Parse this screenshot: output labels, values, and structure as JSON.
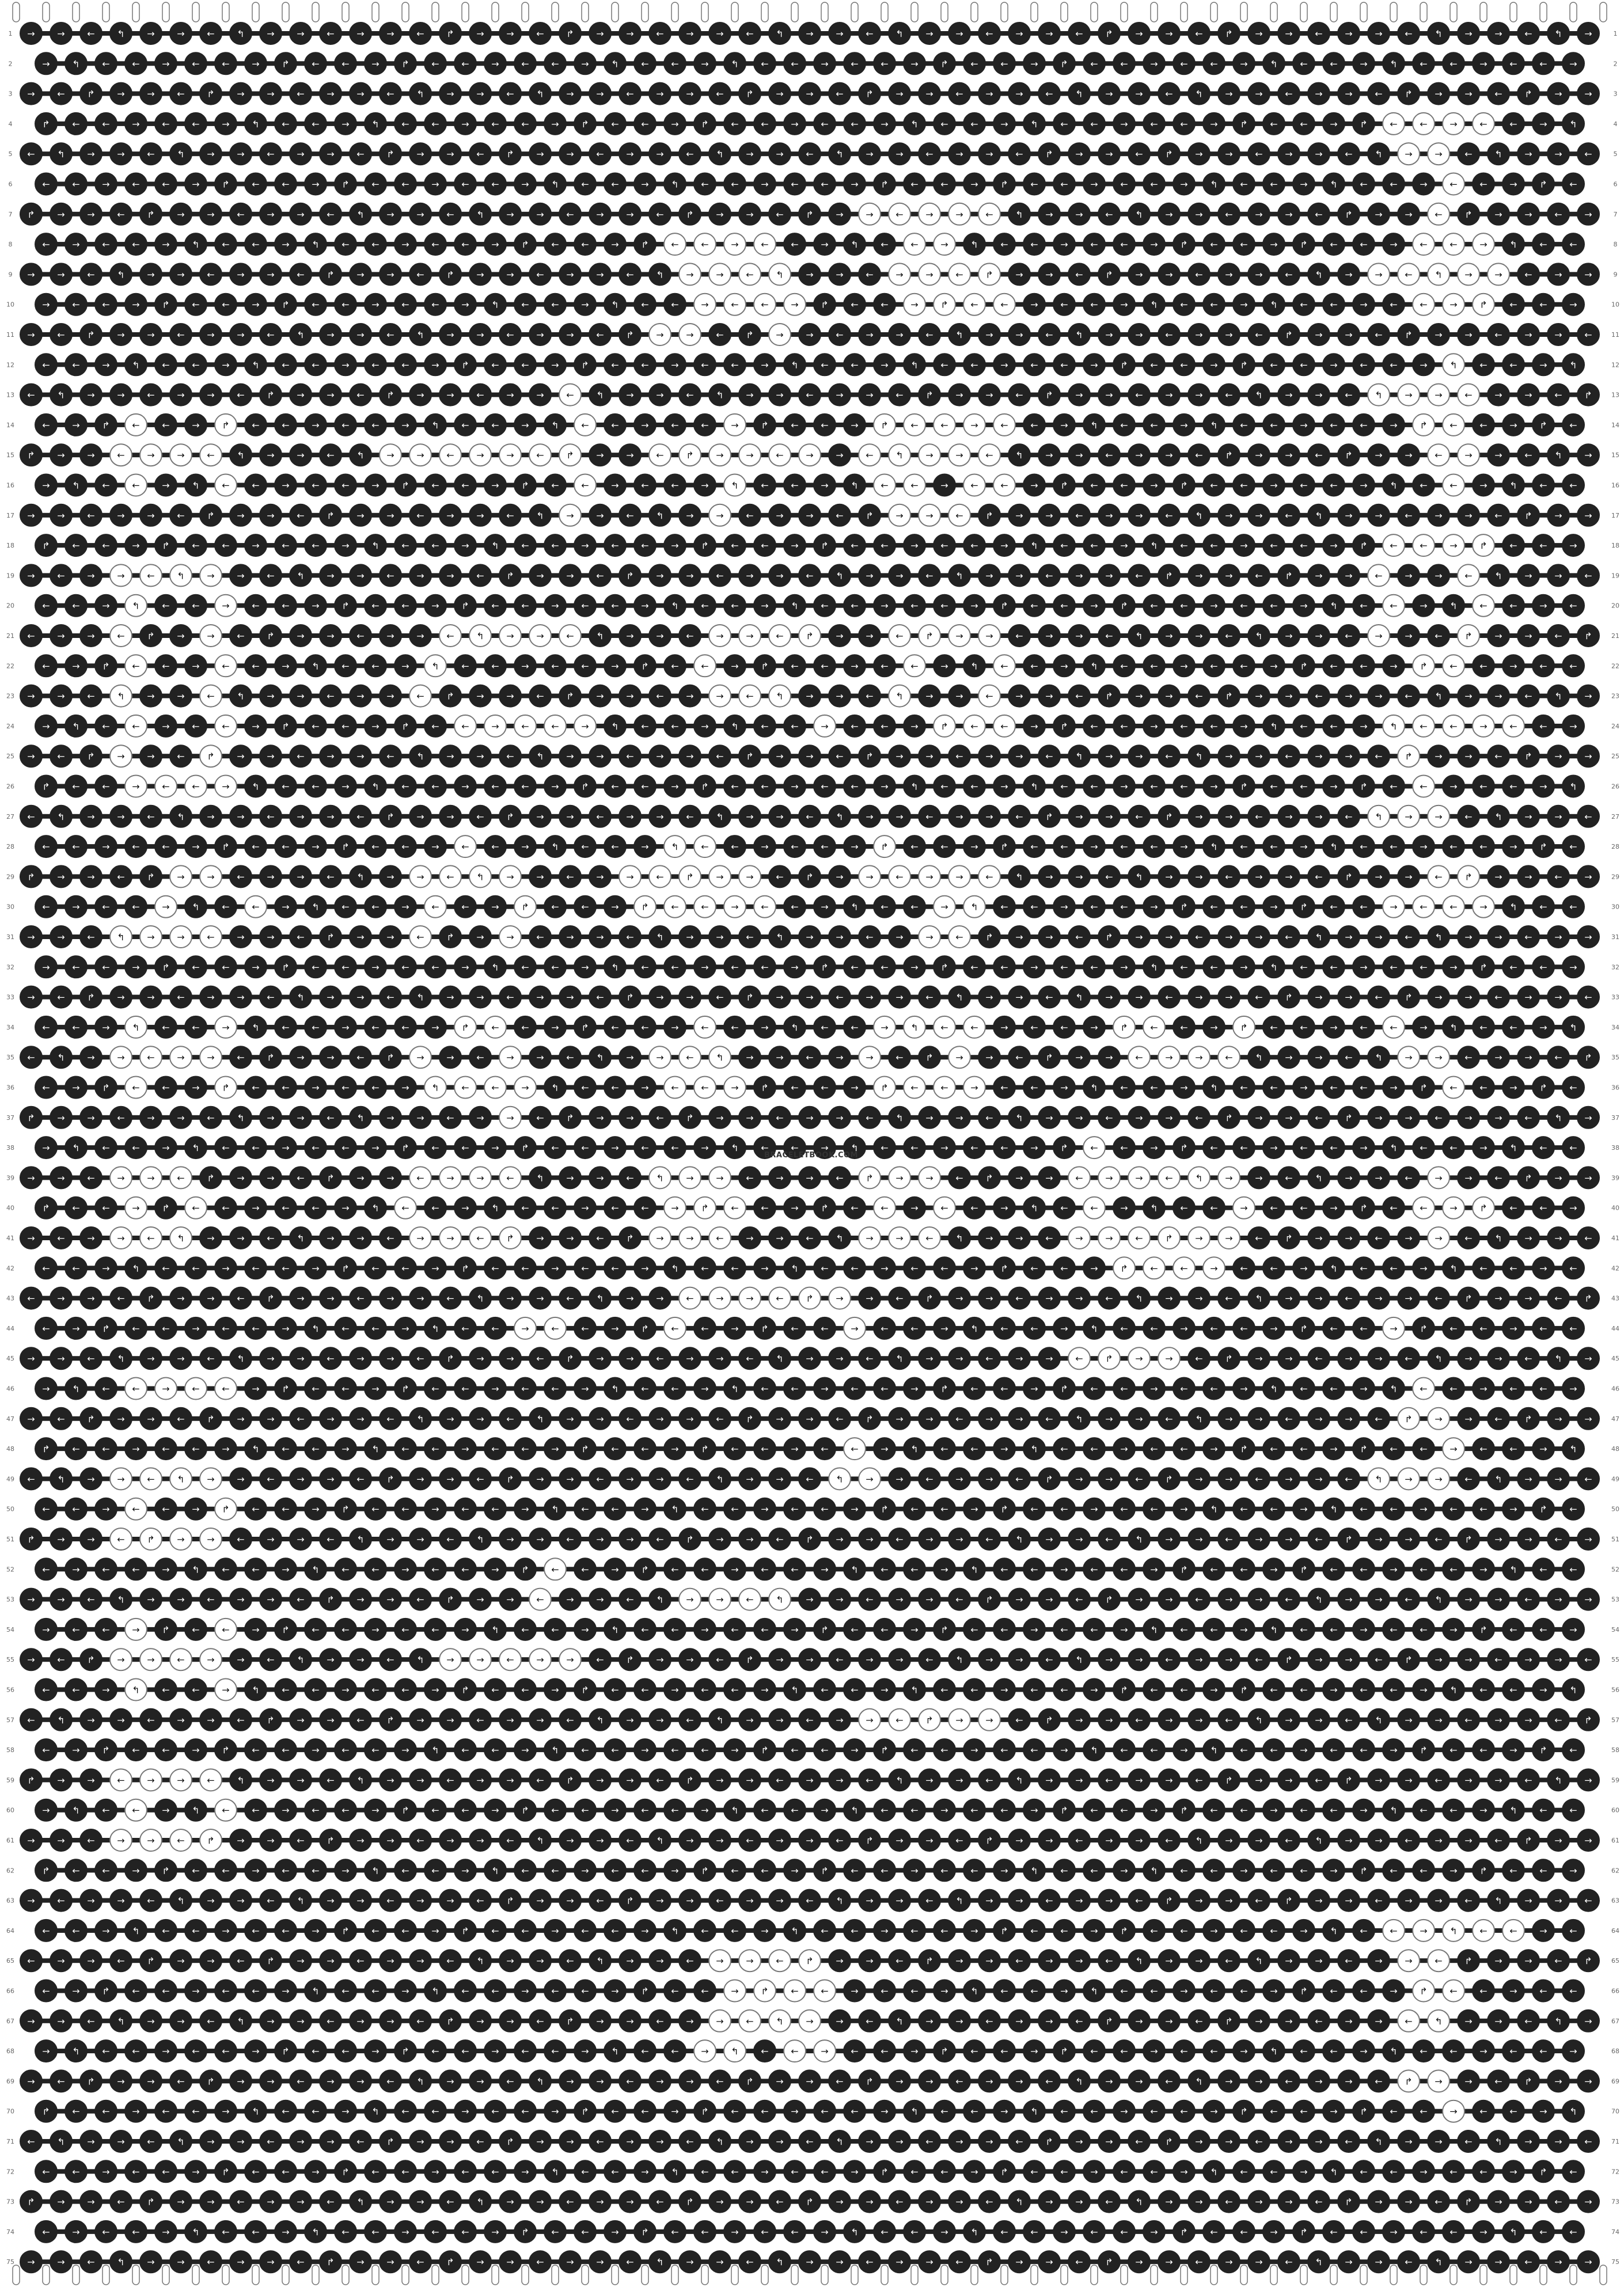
{
  "watermark": "BRACELETBOOK.COM",
  "rows": 75,
  "cols": 53,
  "colors": {
    "background": "#ffffff",
    "knot_dark": "#222222",
    "knot_light": "#ffffff",
    "strand_dark": "#222222",
    "strand_light": "#f2f2f2",
    "outline": "#777777"
  },
  "row_labels": [
    "1",
    "2",
    "3",
    "4",
    "5",
    "6",
    "7",
    "8",
    "9",
    "10",
    "11",
    "12",
    "13",
    "14",
    "15",
    "16",
    "17",
    "18",
    "19",
    "20",
    "21",
    "22",
    "23",
    "24",
    "25",
    "26",
    "27",
    "28",
    "29",
    "30",
    "31",
    "32",
    "33",
    "34",
    "35",
    "36",
    "37",
    "38",
    "39",
    "40",
    "41",
    "42",
    "43",
    "44",
    "45",
    "46",
    "47",
    "48",
    "49",
    "50",
    "51",
    "52",
    "53",
    "54",
    "55",
    "56",
    "57",
    "58",
    "59",
    "60",
    "61",
    "62",
    "63",
    "64",
    "65",
    "66",
    "67",
    "68",
    "69",
    "70",
    "71",
    "72",
    "73",
    "74",
    "75"
  ],
  "pattern": [
    "DDDDDDDDDDDDDDDDDDDDDDDDDDDDDDDDDDDDDDDDDDDDDDDDDDDDD",
    "DDDDDDDDDDDDDDDDDDDDDDDDDDDDDDDDDDDDDDDDDDDDDDDDDDDDD",
    "DDDDDDDDDDDDDDDDDDDDDDDDDDDDDDDDDDDDDDDDDDDDDDDDDDDDD",
    "DDDDDDDDDDDDDDDDDDDDDDDDDDDDDDDDDDDDDDDDDDDDDLLLLDDDD",
    "DDDDDDDDDDDDDDDDDDDDDDDDDDDDDDDDDDDDDDDDDDDDDDLLDDDDD",
    "DDDDDDDDDDDDDDDDDDDDDDDDDDDDDDDDDDDDDDDDDDDDDDDLDDDDD",
    "DDDDDDDDDDDDDDDDDDDDDDDDDDDDLLLLLDDDDDDDDDDDDDDLDDDDD",
    "DDDDDDDDDDDDDDDDDDDDDLLLLDDDDLLDDDDDDDDDDDDDDDLLLDDDD",
    "DDDDDDDDDDDDDDDDDDDDDDLLLLDDDLLLLDDDDDDDDDDDDLLLLLDDD",
    "DDDDDDDDDDDDDDDDDDDDDDLLLLDDDLLLLDDDDDDDDDDDDDLLLDDDD",
    "DDDDDDDDDDDDDDDDDDDDDLLDDLDDDDDDDDDDDDDDDDDDDDDDDDDDD",
    "DDDDDDDDDDDDDDDDDDDDDDDDDDDDDDDDDDDDDDDDDDDDDDDLDDDDD",
    "DDDDDDDDDDDDDDDDDDLDDDDDDDDDDDDDDDDDDDDDDDDDDLLLLDDDD",
    "DDDLDDLDDDDDDDDDDDLDDDDLDDDDLLLLLDDDDDDDDDDDDDLLDDDDD",
    "DDDLLLLDDDDDLLLLLLLDDLLLLLLDLLLLLDDDDDDDDDDDDDDLLDDDD",
    "DDDLDDLDDDDDDDDDDDLDDDDLDDDDLLDLLDDDDDDDDDDDDDDLDDDDD",
    "DDDDDDDDDDDDDDDDDDLDDDDLDDDDDLLLDDDDDDDDDDDDDDDDDDDDD",
    "DDDDDDDDDDDDDDDDDDDDDDDDDDDDDDDDDDDDDDDDDDDDDLLLLDDDD",
    "DDDLLLLDDDDDDDDDDDDDDDDDDDDDDDDDDDDDDDDDDDDDDLDDLDDDD",
    "DDDLDDLDDDDDDDDDDDDDDDDDDDDDDDDDDDDDDDDDDDDDDLDDLDDDD",
    "DDDLDDLDDDDDDDLLLLLDDDDLLLLDDLLLLDDDDDDDDDDDDLDDLDDDD",
    "DDDLDDLDDDDDDLDDDDDDDDLDDDDDDLDDLDDDDDDDDDDDDDLLDDDDD",
    "DDDLDDLDDDDDDLDDDDDDDDDLLLDDDLDDLDDDDDDDDDDDDDDDDDDDD",
    "DDDLDDLDDDDDDDLLLLLDDDDDDDLDDDLLLDDDDDDDDDDDDLLLLLDDD",
    "DDDLDDLDDDDDDDDDDDDDDDDDDDDDDDDDDDDDDDDDDDDDDDLDDDDDD",
    "DDDLLLLDDDDDDDDDDDDDDDDDDDDDDDDDDDDDDDDDDDDDDDLDDDDDD",
    "DDDDDDDDDDDDDDDDDDDDDDDDDDDDDDDDDDDDDDDDDDDDDLLLDDDDD",
    "DDDDDDDDDDDDDDLDDDDDDLLDDDDDLDDDDDDDDDDDDDDDDDDDDDDDD",
    "DDDDDLLDDDDDDLLLLDDDLLLLLDDDLLLLLDDDDDDDDDDDDDDLLDDDD",
    "DDDDLDDLDDDDDLDDLDDDLLLLLDDDDDLLDDDDDDDDDDDDDLLLLDDDD",
    "DDDLLLLDDDDDDLDDLDDDDDDDDDDDDDLLDDDDDDDDDDDDDDDDDDDDD",
    "DDDDDDDDDDDDDDDDDDDDDDDDDDDDDDDDDDDDDDDDDDDDDDDDDDDDD",
    "DDDDDDDDDDDDDDDDDDDDDDDDDDDDDDDDDDDDDDDDDDDDDDDDDDDDD",
    "DDDLDDLDDDDDDDLLDDDDDDLDDDDDLLLLDDDDLLDDLDDDDLDDDDDDD",
    "DDDLLLLDDDDDDLDDLDDDDLLLDDDDLDDLDDDDDLLLLDDDDDLLDDDDD",
    "DDDLDDLDDDDDDLLLLDDDDLLLDDDDLLLLDDDDDDDDDDDDDDDLDDDDD",
    "DDDDDDDDDDDDDDDDLDDDDDDDDDDDDDDDDDDDDDDDDDDDDDDDDDDDD",
    "DDDDDDDDDDDDDDDDDDDDDDDDDDDDDDDDDDDLDDDDDDDDDDDDDDDDD",
    "DDDLLLDDDDDDDLLLLDDDDLLLDDDDLLLDDDDLLLLLLDDDDDDLDDDDD",
    "DDDLDLDDDDDDLDDDDDDDDLLLDDDDLDLDDDDLDDDDLDDDDDLLLDDDD",
    "DDDLLLDDDDDDDLLLLDDDDLLLDDDDLLLDDDDLLLLLLDDDDDDLDDDDD",
    "DDDDDDDDDDDDDDDDDDDDDDDDDDDDDDDDDDDDLLLLDDDDDDDDDDDDD",
    "DDDDDDDDDDDDDDDDDDDDDDLLLLLLDDDDDDDDDDDDDDDDDDDDDDDDD",
    "DDDDDDDDDDDDDDDDLLDDDLDDDDDLDDDDDDDDDDDDDDDDDLDDDDDDD",
    "DDDDDDDDDDDDDDDDDDDDDDDDDDDDDDDDDDDLLLLDDDDDDDDDDDDDD",
    "DDDLLLLDDDDDDDDDDDDDDDDDDDDDDDDDDDDDDDDDDDDDDDLDDDDDD",
    "DDDDDDDDDDDDDDDDDDDDDDDDDDDDDDDDDDDDDDDDDDDDDDLLDDDDD",
    "DDDDDDDDDDDDDDDDDDDDDDDDDDDLDDDDDDDDDDDDDDDDDDDLDDDDD",
    "DDDLLLLDDDDDDDDDDDDDDDDDDDDLLDDDDDDDDDDDDDDDDLLLDDDDD",
    "DDDLDDLDDDDDDDDDDDDDDDDDDDDDDDDDDDDDDDDDDDDDDDDDDDDDD",
    "DDDLLLLDDDDDDDDDDDDDDDDDDDDDDDDDDDDDDDDDDDDDDDDDDDDDD",
    "DDDDDDDDDDDDDDDDDLDDDDDDDDDDDDDDDDDDDDDDDDDDDDDDDDDDD",
    "DDDDDDDDDDDDDDDDDLDDDDLLLLDDDDDDDDDDDDDDDDDDDDDDDDDDD",
    "DDDLDDLDDDDDDDDDDDDDDDDDDDDDDDDDDDDDDDDDDDDDDDDDDDDDD",
    "DDDLLLLDDDDDDDLLLLLDDDDDDDDDDDDDDDDDDDDDDDDDDDDDDDDDD",
    "DDDLDDLDDDDDDDDDDDDDDDDDDDDDDDDDDDDDDDDDDDDDDDDDDDDDD",
    "DDDDDDDDDDDDDDDDDDDDDDDDDDDDLLLLLDDDDDDDDDDDDDDDDDDDD",
    "DDDDDDDDDDDDDDDDDDDDDDDDDDDDDDDDDDDDDDDDDDDDDDDDDDDDD",
    "DDDLLLLDDDDDDDDDDDDDDDDDDDDDDDDDDDDDDDDDDDDDDDDDDDDDD",
    "DDDLDDLDDDDDDDDDDDDDDDDDDDDDDDDDDDDDDDDDDDDDDDDDDDDDD",
    "DDDLLLLDDDDDDDDDDDDDDDDDDDDDDDDDDDDDDDDDDDDDDDDDDDDDD",
    "DDDDDDDDDDDDDDDDDDDDDDDDDDDDDDDDDDDDDDDDDDDDDDDDDDDDD",
    "DDDDDDDDDDDDDDDDDDDDDDDDDDDDDDDDDDDDDDDDDDDDDDDDDDDDD",
    "DDDDDDDDDDDDDDDDDDDDDDDDDDDDDDDDDDDDDDDDDDDDDLLLLLDDD",
    "DDDDDDDDDDDDDDDDDDDDDDDLLLLDDDDDDDDDDDDDDDDDDDLLDDDDD",
    "DDDDDDDDDDDDDDDDDDDDDDDLLLLDDDDDDDDDDDDDDDDDDDLLDDDDD",
    "DDDDDDDDDDDDDDDDDDDDDDDLLLLDDDDDDDDDDDDDDDDDDDLLDDDDD",
    "DDDDDDDDDDDDDDDDDDDDDDLLDLLDDDDDDDDDDDDDDDDDDDDDDDDDD",
    "DDDDDDDDDDDDDDDDDDDDDDDDDDDDDDDDDDDDDDDDDDDDDDLLDDDDD",
    "DDDDDDDDDDDDDDDDDDDDDDDDDDDDDDDDDDDDDDDDDDDDDDDLDDDDD",
    "DDDDDDDDDDDDDDDDDDDDDDDDDDDDDDDDDDDDDDDDDDDDDDDDDDDDD",
    "DDDDDDDDDDDDDDDDDDDDDDDDDDDDDDDDDDDDDDDDDDDDDDDDDDDDD",
    "DDDDDDDDDDDDDDDDDDDDDDDDDDDDDDDDDDDDDDDDDDDDDDDDDDDDD",
    "DDDDDDDDDDDDDDDDDDDDDDDDDDDDDDDDDDDDDDDDDDDDDDDDDDDDD",
    "DDDDDDDDDDDDDDDDDDDDDDDDDDDDDDDDDDDDDDDDDDDDDDDDDDDDD"
  ],
  "knot_directions": [
    "forward",
    "backward",
    "forward-backward",
    "backward-forward"
  ],
  "knot_symbols": {
    "forward": "→",
    "backward": "←",
    "forward-backward": "↱",
    "backward-forward": "↰"
  }
}
